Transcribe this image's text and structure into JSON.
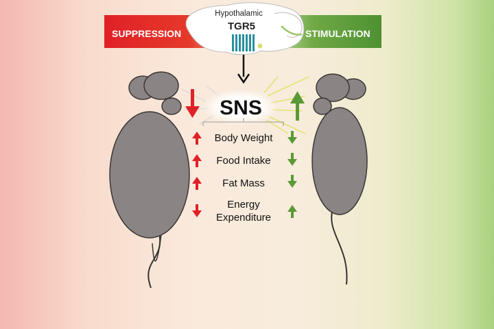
{
  "banner": {
    "left_label": "SUPPRESSION",
    "right_label": "STIMULATION"
  },
  "center": {
    "region": "Hypothalamic",
    "receptor": "TGR5",
    "system": "SNS"
  },
  "effects": [
    {
      "label": "Body Weight",
      "suppression": "up",
      "stimulation": "down"
    },
    {
      "label": "Food Intake",
      "suppression": "up",
      "stimulation": "down"
    },
    {
      "label": "Fat Mass",
      "suppression": "up",
      "stimulation": "down"
    },
    {
      "label_line1": "Energy",
      "label_line2": "Expenditure",
      "suppression": "down",
      "stimulation": "up"
    }
  ],
  "colors": {
    "suppression": "#e02127",
    "stimulation": "#5a9a36",
    "receptor": "#2a8fa0",
    "mouse": "#8a8584"
  }
}
